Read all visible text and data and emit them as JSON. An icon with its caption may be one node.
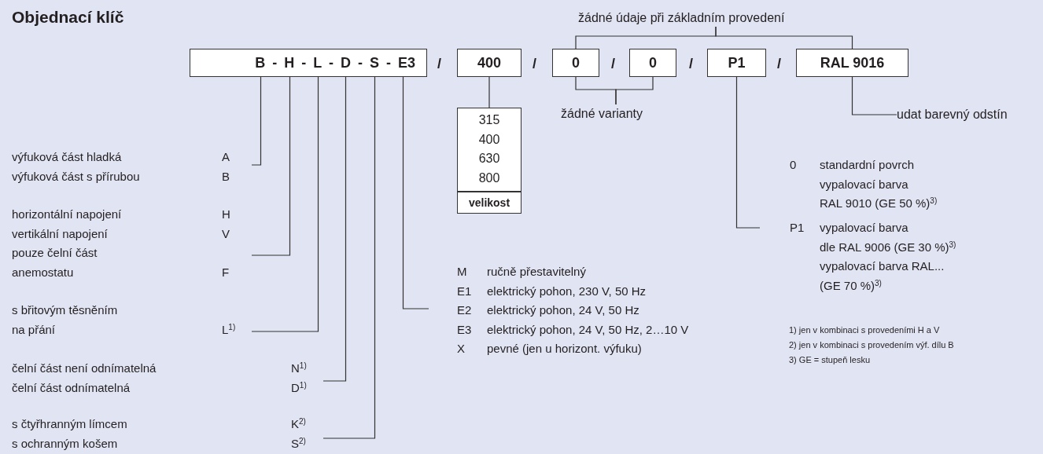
{
  "diagram": {
    "title": "Objednací klíč",
    "nodes": [
      {
        "text": [
          "B - H - L - D - S - E3"
        ]
      },
      {
        "text": [
          "400"
        ]
      },
      {
        "text": [
          "0"
        ]
      },
      {
        "text": [
          "0"
        ]
      },
      {
        "text": [
          "P1"
        ]
      },
      {
        "text": [
          "RAL 9016"
        ]
      },
      {
        "text": [
          "315",
          "400",
          "630",
          "800",
          "velikost"
        ]
      },
      {
        "text": [
          "žádné údaje při základním provedení"
        ]
      },
      {
        "text": [
          "žádné varianty"
        ]
      },
      {
        "text": [
          "udat barevný odstín"
        ]
      },
      {
        "text": [
          "výfuková část hladká",
          "A",
          "výfuková část s přírubou",
          "B"
        ]
      },
      {
        "text": [
          "horizontální napojení",
          "H",
          "vertikální napojení",
          "V",
          "pouze čelní část anemostatu",
          "F"
        ]
      },
      {
        "text": [
          "s břitovým těsněním na přání",
          "L$^{1)}$"
        ]
      },
      {
        "text": [
          "čelní část není odnímatelná",
          "N$^{1)}$",
          "čelní část odnímatelná",
          "D$^{1)}$"
        ]
      },
      {
        "text": [
          "s čtyřhranným límcem",
          "K$^{2)}$",
          "s ochranným košem",
          "S$^{2)}$"
        ]
      },
      {
        "text": [
          "M",
          "ručně přestavitelný",
          "E1",
          "elektrický pohon, 230 V, 50 Hz",
          "E2",
          "elektrický pohon, 24 V, 50 Hz",
          "E3",
          "elektrický pohon, 24 V, 50 Hz, 2…10 V",
          "X",
          "pevné (jen u horizont. výfuku)"
        ]
      },
      {
        "text": [
          "0",
          "standardní povrch",
          "vypalovací barva",
          "RAL 9010 (GE 50 %)$^{3)}$",
          "P1",
          "vypalovací barva",
          "dle RAL 9006 (GE 30 %)$^{3)}$",
          "vypalovací barva RAL...",
          "(GE 70 %)$^{3)}$"
        ]
      }
    ],
    "edges": [
      {
        "from": 0,
        "to": 10,
        "arrow": "none"
      },
      {
        "from": 0,
        "to": 11,
        "arrow": "none"
      },
      {
        "from": 0,
        "to": 12,
        "arrow": "none"
      },
      {
        "from": 0,
        "to": 13,
        "arrow": "none"
      },
      {
        "from": 0,
        "to": 14,
        "arrow": "none"
      },
      {
        "from": 0,
        "to": 15,
        "arrow": "none"
      },
      {
        "from": 1,
        "to": 6,
        "arrow": "none"
      },
      {
        "from": 2,
        "to": 7,
        "arrow": "none"
      },
      {
        "from": 5,
        "to": 7,
        "arrow": "none"
      },
      {
        "from": 2,
        "to": 8,
        "arrow": "none"
      },
      {
        "from": 3,
        "to": 8,
        "arrow": "none"
      },
      {
        "from": 4,
        "to": 16,
        "arrow": "none"
      },
      {
        "from": 5,
        "to": 9,
        "arrow": "none"
      }
    ],
    "labels": [
      "/",
      "/",
      "/",
      "/",
      "/",
      "1) jen v kombinaci s provedeními H a V",
      "2) jen v kombinaci s provedením výf. dílu B",
      "3) GE = stupeň lesku"
    ]
  }
}
